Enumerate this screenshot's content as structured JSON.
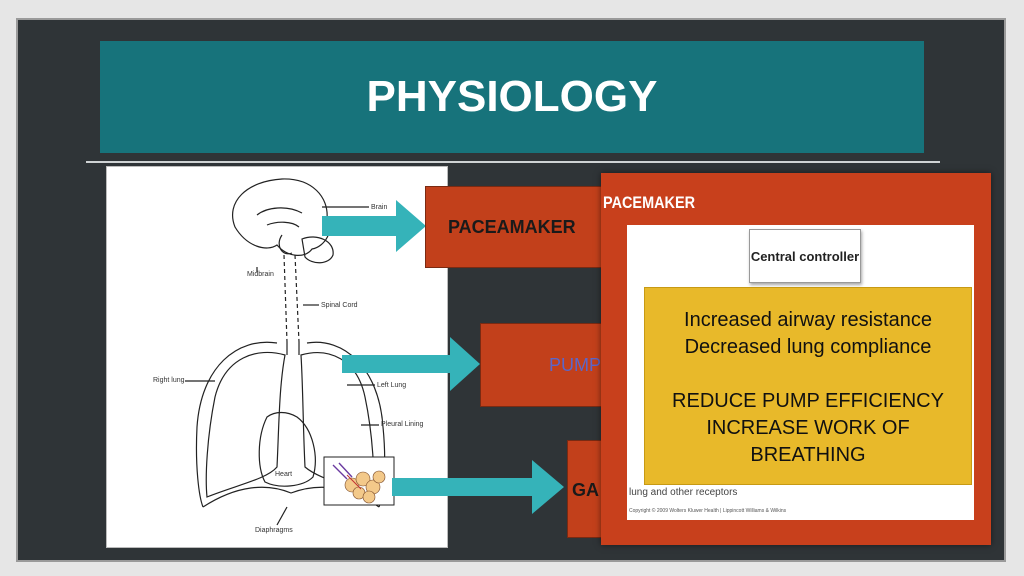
{
  "slide": {
    "title": "PHYSIOLOGY"
  },
  "diagram": {
    "labels": {
      "brain": "Brain",
      "midbrain": "Midbrain",
      "spinal_cord": "Spinal Cord",
      "right_lung": "Right lung",
      "left_lung": "Left Lung",
      "pleural_lining": "Pleural Lining",
      "heart": "Heart",
      "diaphragms": "Diaphragms"
    }
  },
  "boxes": {
    "pacemaker": "PACEAMAKER",
    "pump": "PUMP",
    "gas": "GA"
  },
  "overlay": {
    "title": "PACEMAKER",
    "central_controller": "Central controller",
    "sub_text": "lung and other receptors",
    "copyright": "Copyright © 2009 Wolters Kluwer Health | Lippincott Williams & Wilkins"
  },
  "callout": {
    "line1": "Increased airway resistance",
    "line2": "Decreased lung compliance",
    "line3": "REDUCE PUMP EFFICIENCY",
    "line4": "INCREASE WORK OF",
    "line5": "BREATHING"
  },
  "colors": {
    "background": "#2f3437",
    "title_bar": "#17737b",
    "box_red": "#c2401b",
    "arrow": "#35b3b9",
    "callout": "#e8b92a"
  }
}
